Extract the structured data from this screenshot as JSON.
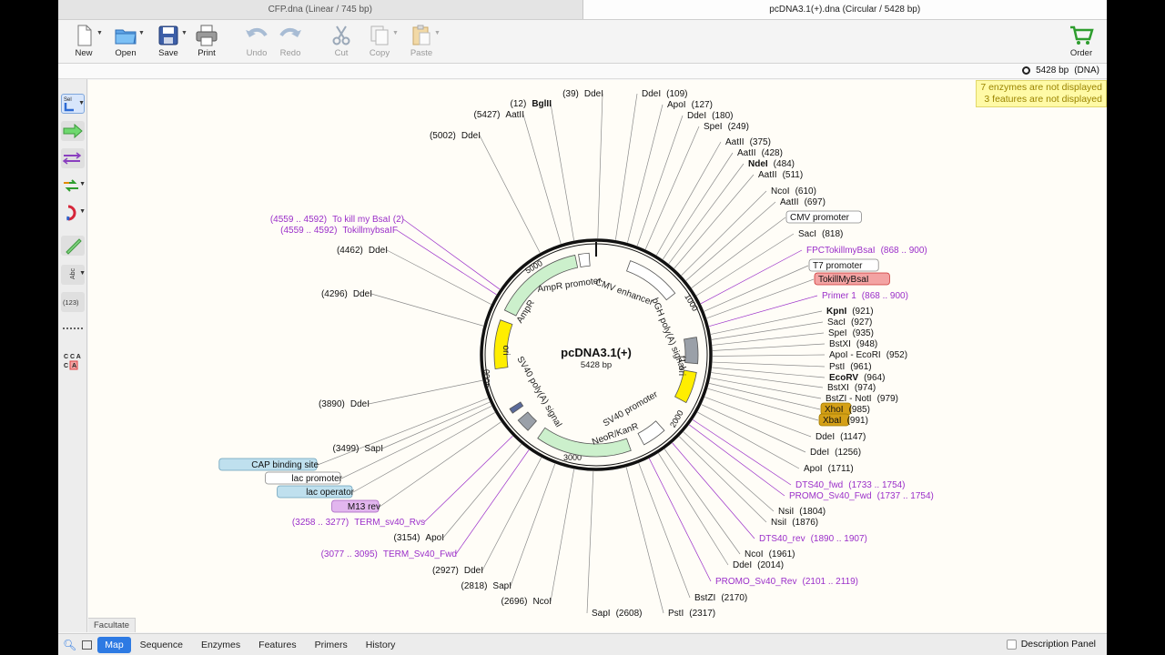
{
  "tabs": [
    {
      "label": "CFP.dna  (Linear / 745 bp)"
    },
    {
      "label": "pcDNA3.1(+).dna  (Circular / 5428 bp)"
    }
  ],
  "toolbar": {
    "new": "New",
    "open": "Open",
    "save": "Save",
    "print": "Print",
    "undo": "Undo",
    "redo": "Redo",
    "cut": "Cut",
    "copy": "Copy",
    "paste": "Paste",
    "order": "Order"
  },
  "status": {
    "length": "5428 bp",
    "type": "(DNA)"
  },
  "notice": {
    "enzymes": "7 enzymes are not displayed",
    "features": "3 features are not displayed"
  },
  "toolbox": {
    "select": "Sel",
    "abc": "Abc",
    "numbers": "(123)",
    "cca_top": "C C A",
    "cca_bottom": "C",
    "cca_box": "A"
  },
  "plasmid": {
    "name": "pcDNA3.1(+)",
    "length": "5428 bp",
    "tick_labels": [
      "1000",
      "2000",
      "3000",
      "4000",
      "5000"
    ],
    "features": [
      {
        "label": "AmpR promoter"
      },
      {
        "label": "AmpR"
      },
      {
        "label": "CMV enhancer"
      },
      {
        "label": "bGH poly(A) signal"
      },
      {
        "label": "f1 ori"
      },
      {
        "label": "SV40 promoter"
      },
      {
        "label": "NeoR/KanR"
      },
      {
        "label": "SV40 poly(A) signal"
      },
      {
        "label": "ori"
      }
    ]
  },
  "right_labels": [
    {
      "name": "DdeI",
      "pos": "(109)"
    },
    {
      "name": "ApoI",
      "pos": "(127)"
    },
    {
      "name": "DdeI",
      "pos": "(180)"
    },
    {
      "name": "SpeI",
      "pos": "(249)"
    },
    {
      "name": "AatII",
      "pos": "(375)"
    },
    {
      "name": "AatII",
      "pos": "(428)"
    },
    {
      "name": "NdeI",
      "pos": "(484)"
    },
    {
      "name": "AatII",
      "pos": "(511)"
    },
    {
      "name": "NcoI",
      "pos": "(610)"
    },
    {
      "name": "AatII",
      "pos": "(697)"
    },
    {
      "name": "CMV promoter",
      "pos": ""
    },
    {
      "name": "SacI",
      "pos": "(818)"
    },
    {
      "name": "FPCTokillmyBsaI",
      "pos": "(868 .. 900)"
    },
    {
      "name": "T7 promoter",
      "pos": ""
    },
    {
      "name": "TokillMyBsaI",
      "pos": ""
    },
    {
      "name": "Primer 1",
      "pos": "(868 .. 900)"
    },
    {
      "name": "KpnI",
      "pos": "(921)"
    },
    {
      "name": "SacI",
      "pos": "(927)"
    },
    {
      "name": "SpeI",
      "pos": "(935)"
    },
    {
      "name": "BstXI",
      "pos": "(948)"
    },
    {
      "name": "ApoI - EcoRI",
      "pos": "(952)"
    },
    {
      "name": "PstI",
      "pos": "(961)"
    },
    {
      "name": "EcoRV",
      "pos": "(964)"
    },
    {
      "name": "BstXI",
      "pos": "(974)"
    },
    {
      "name": "BstZI - NotI",
      "pos": "(979)"
    },
    {
      "name": "XhoI",
      "pos": "(985)"
    },
    {
      "name": "XbaI",
      "pos": "(991)"
    },
    {
      "name": "DdeI",
      "pos": "(1147)"
    },
    {
      "name": "DdeI",
      "pos": "(1256)"
    },
    {
      "name": "ApoI",
      "pos": "(1711)"
    },
    {
      "name": "DTS40_fwd",
      "pos": "(1733 .. 1754)"
    },
    {
      "name": "PROMO_Sv40_Fwd",
      "pos": "(1737 .. 1754)"
    },
    {
      "name": "NsiI",
      "pos": "(1804)"
    },
    {
      "name": "NsiI",
      "pos": "(1876)"
    },
    {
      "name": "DTS40_rev",
      "pos": "(1890 .. 1907)"
    },
    {
      "name": "NcoI",
      "pos": "(1961)"
    },
    {
      "name": "DdeI",
      "pos": "(2014)"
    },
    {
      "name": "PROMO_Sv40_Rev",
      "pos": "(2101 .. 2119)"
    },
    {
      "name": "BstZI",
      "pos": "(2170)"
    },
    {
      "name": "PstI",
      "pos": "(2317)"
    },
    {
      "name": "SapI",
      "pos": "(2608)"
    }
  ],
  "left_labels": [
    {
      "pos": "(39)",
      "name": "DdeI"
    },
    {
      "pos": "(12)",
      "name": "BglII"
    },
    {
      "pos": "(5427)",
      "name": "AatII"
    },
    {
      "pos": "(5002)",
      "name": "DdeI"
    },
    {
      "pos": "(4559 .. 4592)",
      "name": "To kill my BsaI (2)"
    },
    {
      "pos": "(4559 .. 4592)",
      "name": "TokillmybsaIF"
    },
    {
      "pos": "(4462)",
      "name": "DdeI"
    },
    {
      "pos": "(4296)",
      "name": "DdeI"
    },
    {
      "pos": "(3890)",
      "name": "DdeI"
    },
    {
      "pos": "(3499)",
      "name": "SapI"
    },
    {
      "pos": "",
      "name": "CAP binding site"
    },
    {
      "pos": "",
      "name": "lac promoter"
    },
    {
      "pos": "",
      "name": "lac operator"
    },
    {
      "pos": "",
      "name": "M13 rev"
    },
    {
      "pos": "(3258 .. 3277)",
      "name": "TERM_sv40_Rvs"
    },
    {
      "pos": "(3154)",
      "name": "ApoI"
    },
    {
      "pos": "(3077 .. 3095)",
      "name": "TERM_Sv40_Fwd"
    },
    {
      "pos": "(2927)",
      "name": "DdeI"
    },
    {
      "pos": "(2818)",
      "name": "SapI"
    },
    {
      "pos": "(2696)",
      "name": "NcoI"
    }
  ],
  "facultate": "Facultate",
  "bottom_tabs": [
    {
      "label": "Map"
    },
    {
      "label": "Sequence"
    },
    {
      "label": "Enzymes"
    },
    {
      "label": "Features"
    },
    {
      "label": "Primers"
    },
    {
      "label": "History"
    }
  ],
  "description_panel": "Description Panel",
  "colors": {
    "feature_green": "#ccf0cc",
    "feature_yellow": "#ffee00",
    "primer_purple": "#9b2fc9",
    "highlight_red": "#f3a3a3",
    "gold": "#d4a017",
    "accent_blue": "#2d7ae3"
  }
}
